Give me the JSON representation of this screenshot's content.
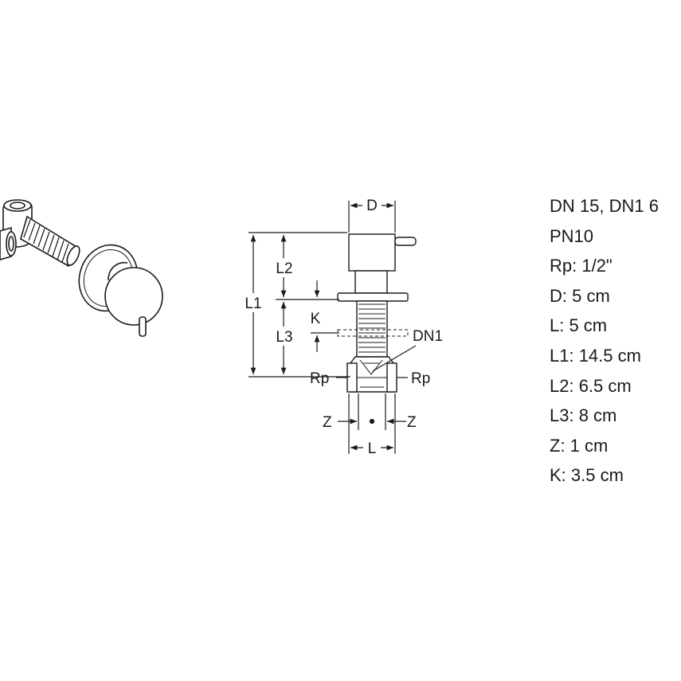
{
  "drawing": {
    "labels": {
      "D": "D",
      "L1": "L1",
      "L2": "L2",
      "L3": "L3",
      "K": "K",
      "DN1": "DN1",
      "Rp_left": "Rp",
      "Rp_right": "Rp",
      "Z_left": "Z",
      "Z_right": "Z",
      "L": "L"
    }
  },
  "specs": [
    "DN 15, DN1 6",
    "PN10",
    "Rp: 1/2\"",
    "D: 5 cm",
    "L: 5 cm",
    "L1: 14.5 cm",
    "L2: 6.5 cm",
    "L3: 8 cm",
    "Z: 1 cm",
    "K: 3.5 cm"
  ],
  "colors": {
    "line": "#1a1a1a",
    "background": "#ffffff"
  }
}
